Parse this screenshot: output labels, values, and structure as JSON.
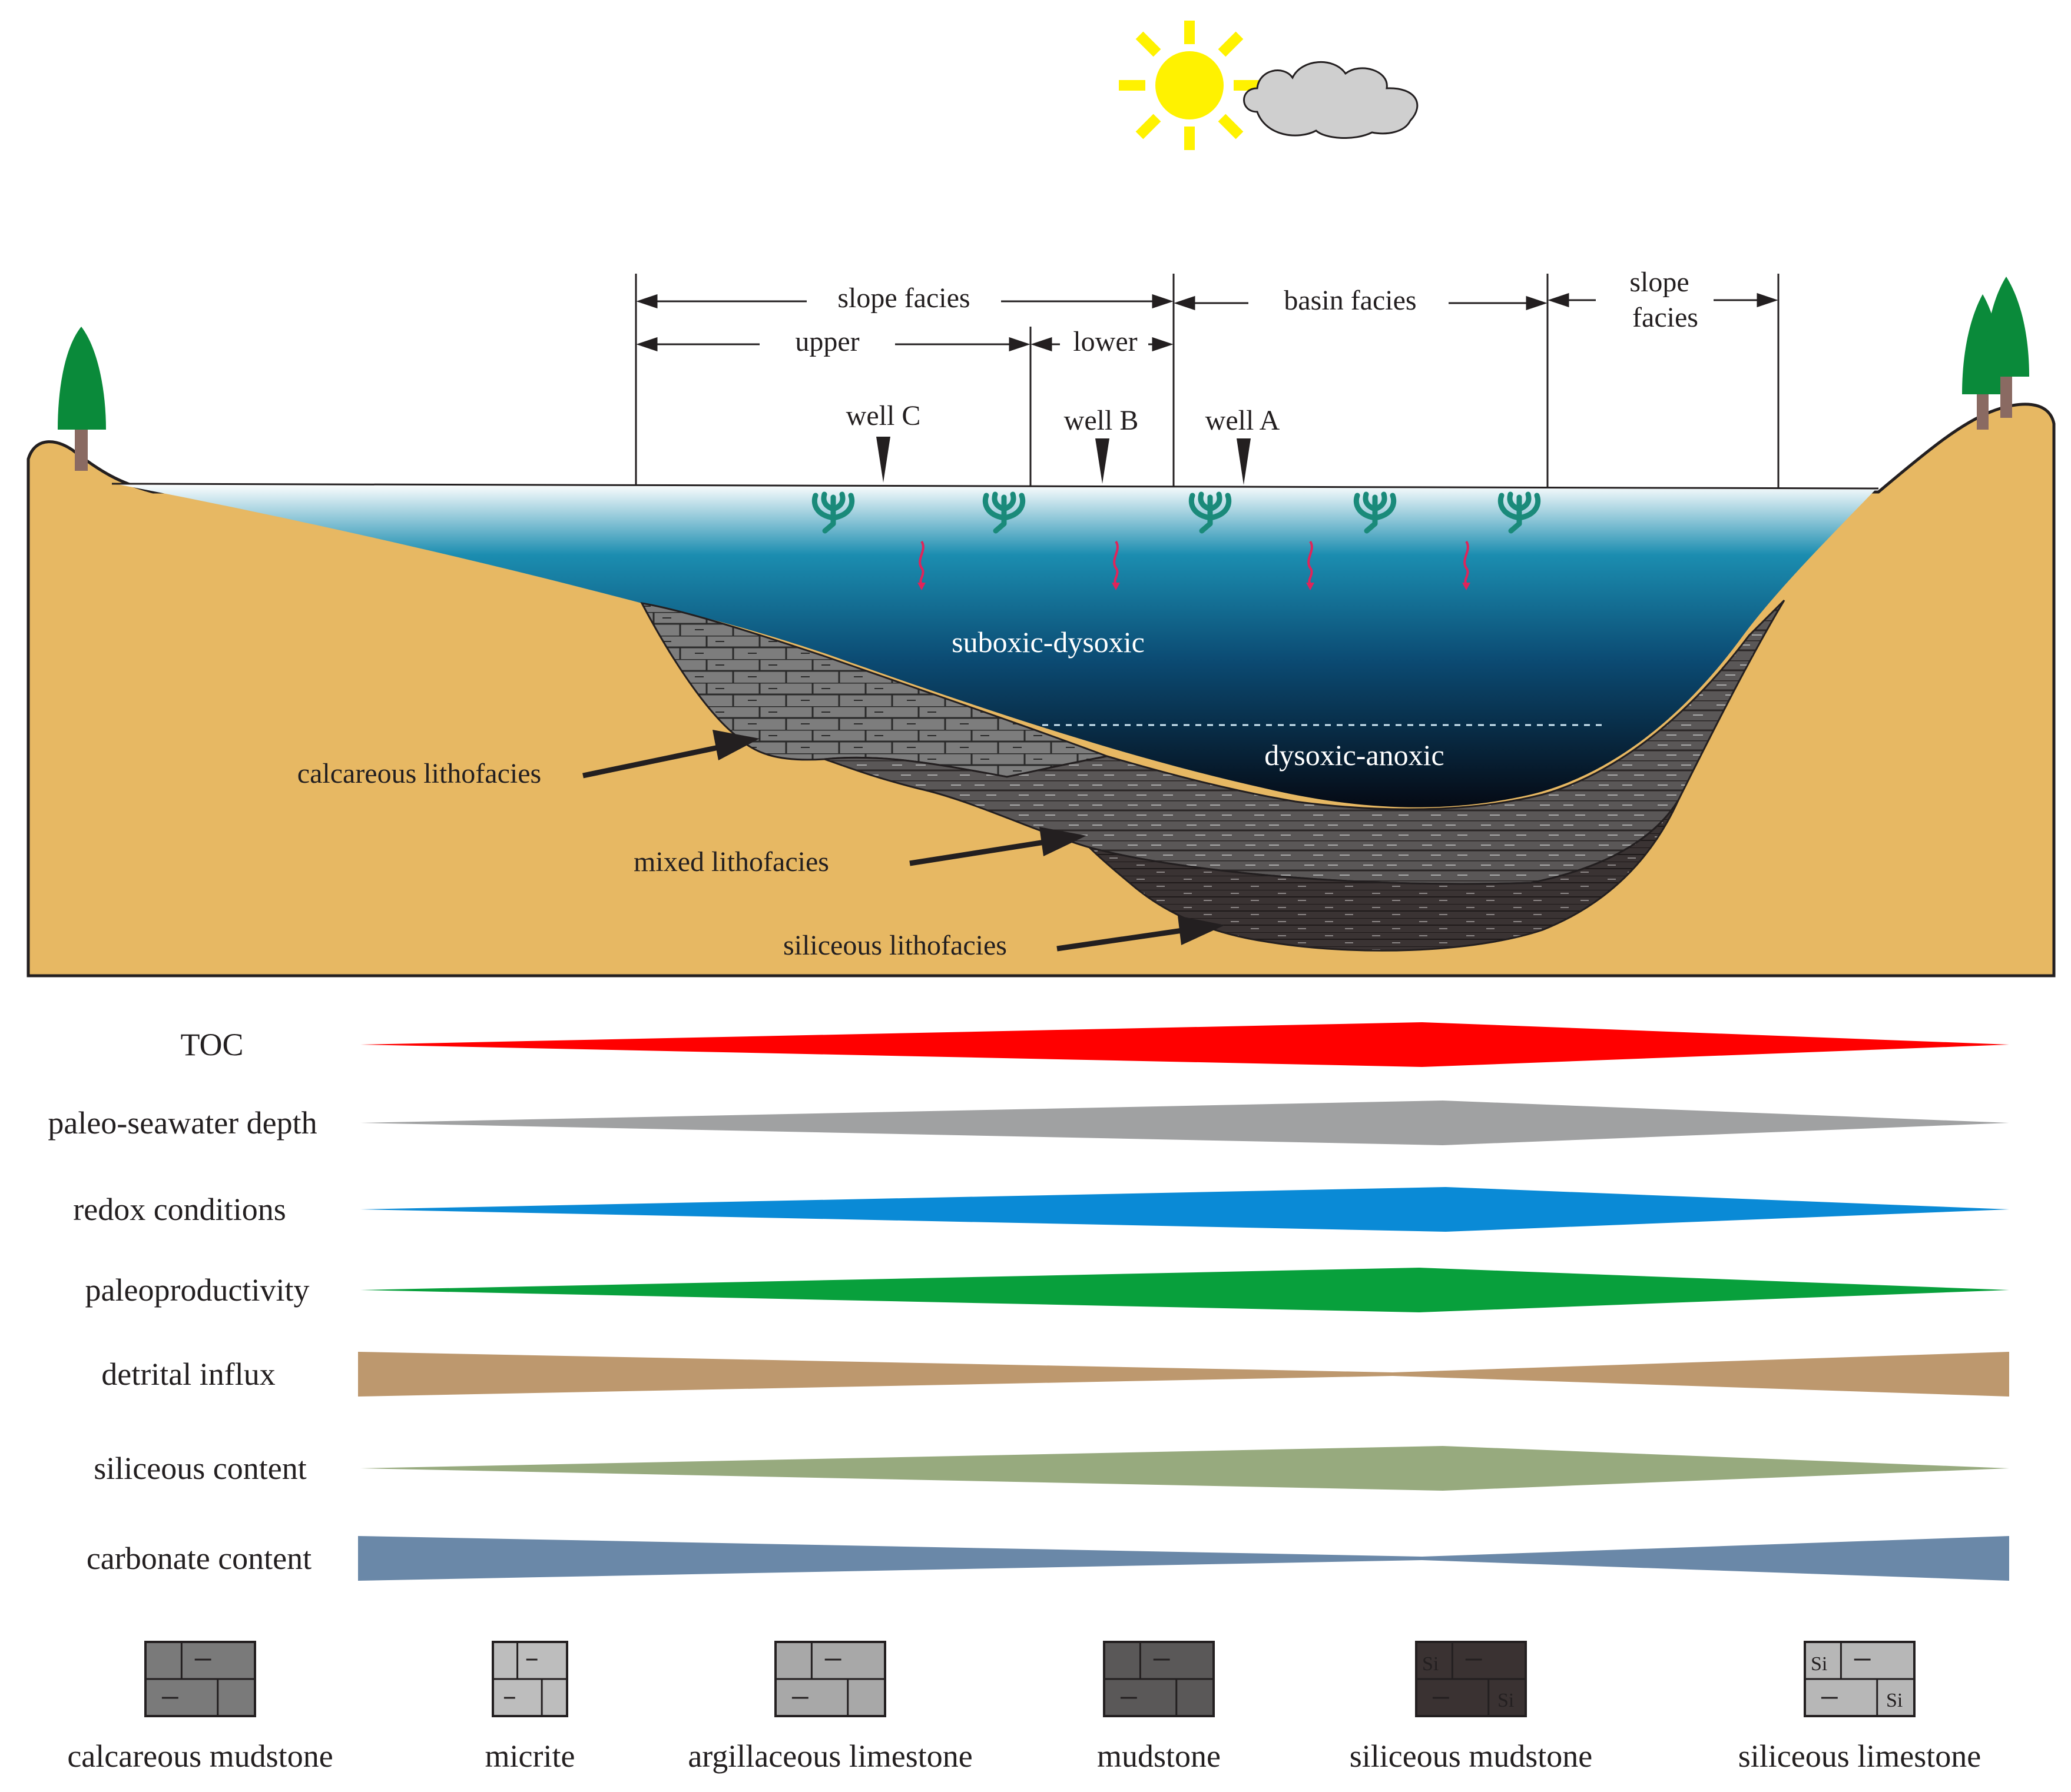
{
  "zones": {
    "slope_left": "slope facies",
    "upper": "upper",
    "lower": "lower",
    "basin": "basin facies",
    "slope_right_1": "slope",
    "slope_right_2": "facies"
  },
  "wells": {
    "c": "well C",
    "b": "well B",
    "a": "well A"
  },
  "water": {
    "upper_zone": "suboxic-dysoxic",
    "lower_zone": "dysoxic-anoxic"
  },
  "lithofacies": {
    "calcareous": "calcareous lithofacies",
    "mixed": "mixed lithofacies",
    "siliceous": "siliceous lithofacies"
  },
  "trends": [
    {
      "label": "TOC",
      "color": "#ff0000",
      "pattern": "peak"
    },
    {
      "label": "paleo-seawater depth",
      "color": "#a0a1a2",
      "pattern": "peak"
    },
    {
      "label": "redox conditions",
      "color": "#0a8ad6",
      "pattern": "peak"
    },
    {
      "label": "paleoproductivity",
      "color": "#08a03c",
      "pattern": "peak"
    },
    {
      "label": "detrital influx",
      "color": "#bd986e",
      "pattern": "trough"
    },
    {
      "label": "siliceous content",
      "color": "#97aa7e",
      "pattern": "peak"
    },
    {
      "label": "carbonate content",
      "color": "#6a88a8",
      "pattern": "trough"
    }
  ],
  "legend": [
    {
      "label": "calcareous mudstone",
      "fill": "#7a7a7a"
    },
    {
      "label": "micrite",
      "fill": "#bdbdbd"
    },
    {
      "label": "argillaceous limestone",
      "fill": "#a8a8a8"
    },
    {
      "label": "mudstone",
      "fill": "#5a5858"
    },
    {
      "label": "siliceous mudstone",
      "fill": "#3a3232",
      "marks": [
        "Si",
        "Si"
      ]
    },
    {
      "label": "siliceous limestone",
      "fill": "#b7b7b7",
      "marks": [
        "Si",
        "Si"
      ]
    }
  ],
  "colors": {
    "land": "#e7b863",
    "water_top": "#ffffff",
    "water_mid": "#1b8db0",
    "water_deep": "#0a1220",
    "tree": "#0a8a3a",
    "trunk": "#8a6a62",
    "sun": "#fff200",
    "cloud": "#cfcfcf",
    "weed": "#1a8a7a",
    "worm": "#e0245a"
  }
}
